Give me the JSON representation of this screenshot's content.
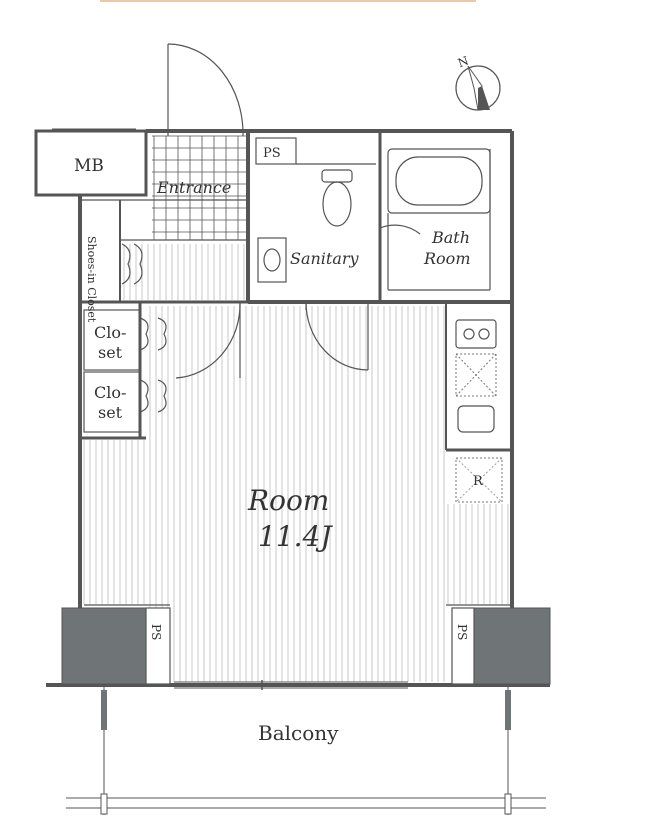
{
  "plan": {
    "rooms": {
      "mb": "MB",
      "entrance": "Entrance",
      "shoes_in_closet": "Shoes-in Closet",
      "ps_top": "PS",
      "sanitary": "Sanitary",
      "bath_line1": "Bath",
      "bath_line2": "Room",
      "closet1_line1": "Clo-",
      "closet1_line2": "set",
      "closet2_line1": "Clo-",
      "closet2_line2": "set",
      "room_name": "Room",
      "room_size": "11.4J",
      "fridge": "R",
      "ps_left": "PS",
      "ps_right": "PS",
      "balcony": "Balcony"
    },
    "compass": {
      "north": "N"
    }
  },
  "colors": {
    "wall": "#555555",
    "column": "#6f7477",
    "floor_stripe": "#c9c9c9",
    "header_accent": "#e9c9a8"
  }
}
